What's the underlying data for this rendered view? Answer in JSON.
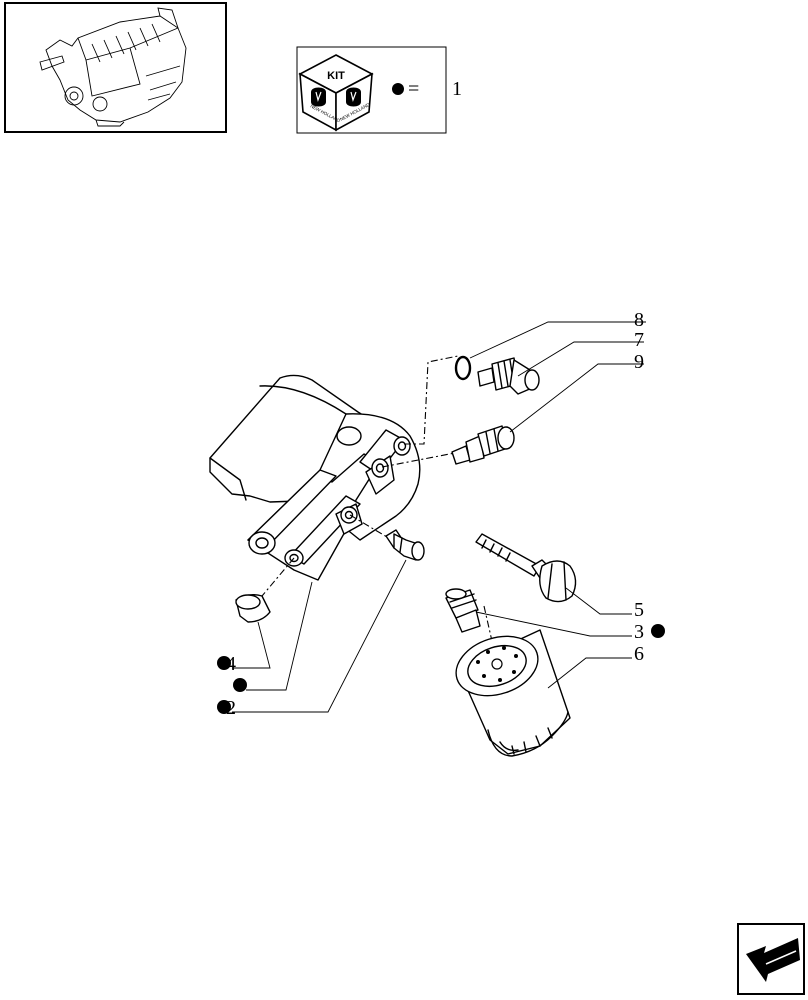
{
  "kit_legend": {
    "kit_label": "KIT",
    "equals_sign": "=",
    "kit_number": "1",
    "brand_text_left": "NEW HOLLAND",
    "brand_text_right": "NEW HOLLAND"
  },
  "callouts": [
    {
      "id": "8",
      "text": "8"
    },
    {
      "id": "7",
      "text": "7"
    },
    {
      "id": "9",
      "text": "9"
    },
    {
      "id": "5",
      "text": "5"
    },
    {
      "id": "3",
      "text": "3"
    },
    {
      "id": "6",
      "text": "6"
    },
    {
      "id": "4",
      "text": "4"
    },
    {
      "id": "2",
      "text": "2"
    }
  ],
  "kit_markers": [
    "3",
    "4",
    "2",
    "bracket"
  ],
  "icons": {
    "engine_thumbnail": "engine-icon",
    "kit_cube": "kit-cube-icon",
    "navigation": "arrow-back-icon"
  }
}
